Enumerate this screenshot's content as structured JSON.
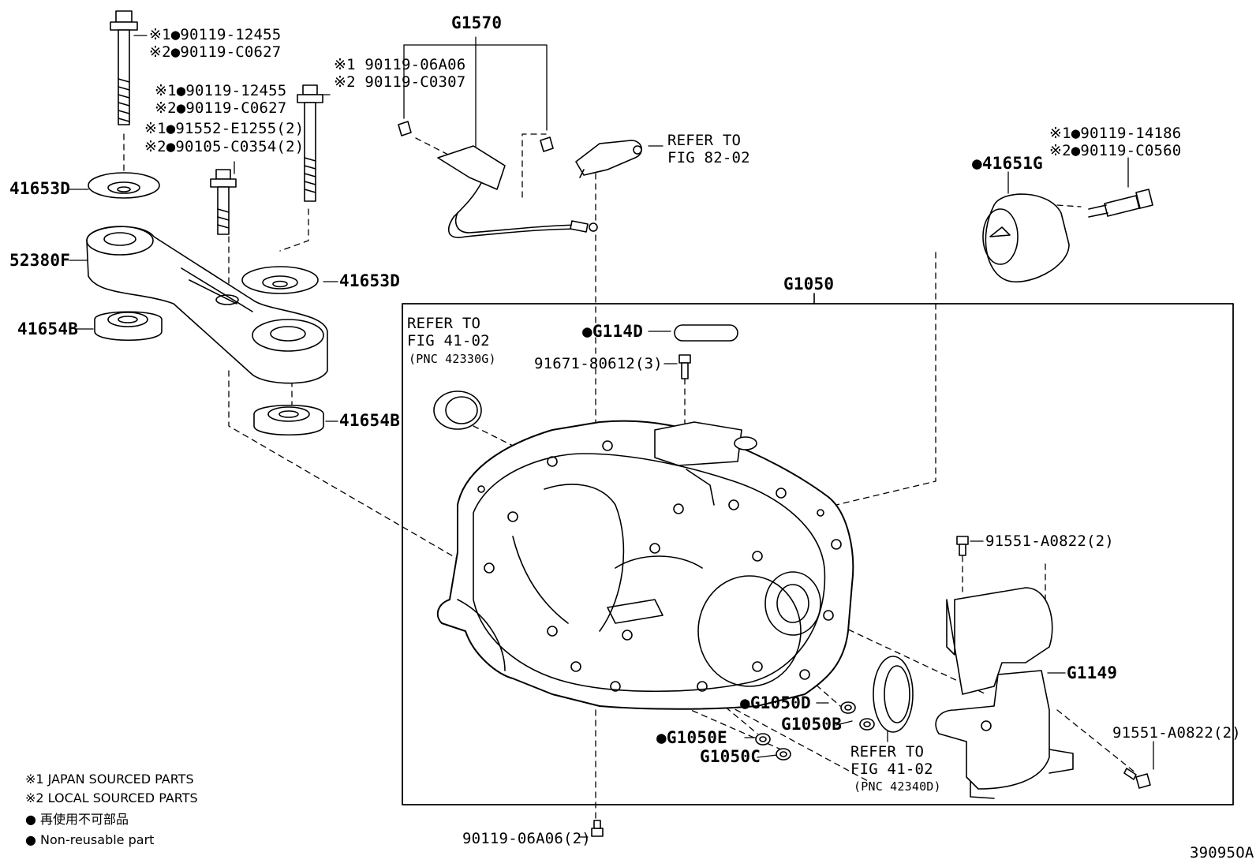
{
  "labels": {
    "bolt_a1": "※1●90119-12455",
    "bolt_a2": "※2●90119-C0627",
    "bolt_b1": "※1●90119-12455",
    "bolt_b2": "※2●90119-C0627",
    "bolt_c1": "※1●91552-E1255(2)",
    "bolt_c2": "※2●90105-C0354(2)",
    "bolt_d1": "※1 90119-06A06",
    "bolt_d2": "※2 90119-C0307",
    "bolt_e1": "※1●90119-14186",
    "bolt_e2": "※2●90119-C0560",
    "g1570": "G1570",
    "refer_82": "REFER TO",
    "refer_82_fig": "FIG 82-02",
    "p41653d_left": "41653D",
    "p41653d_right": "41653D",
    "p52380f": "52380F",
    "p41654b_left": "41654B",
    "p41654b_right": "41654B",
    "p41651g": "●41651G",
    "g1050": "G1050",
    "refer_41a": "REFER TO",
    "refer_41a_fig": "FIG 41-02",
    "refer_41a_pnc": "(PNC 42330G)",
    "g114d": "●G114D",
    "bolt_91671": "91671-80612(3)",
    "bolt_91551_top": "91551-A0822(2)",
    "g1149": "G1149",
    "g1050d": "●G1050D",
    "g1050b": "G1050B",
    "g1050e": "●G1050E",
    "g1050c": "G1050C",
    "refer_41b": "REFER TO",
    "refer_41b_fig": "FIG 41-02",
    "refer_41b_pnc": "(PNC 42340D)",
    "bolt_91551_bottom": "91551-A0822(2)",
    "bolt_bottom": "90119-06A06(2)",
    "diagram_id": "39095OA"
  },
  "legend": {
    "japan": "※1 JAPAN SOURCED PARTS",
    "local": "※2 LOCAL SOURCED PARTS",
    "nonreuse_jp": "● 再使用不可部品",
    "nonreuse_en": "● Non-reusable part"
  }
}
